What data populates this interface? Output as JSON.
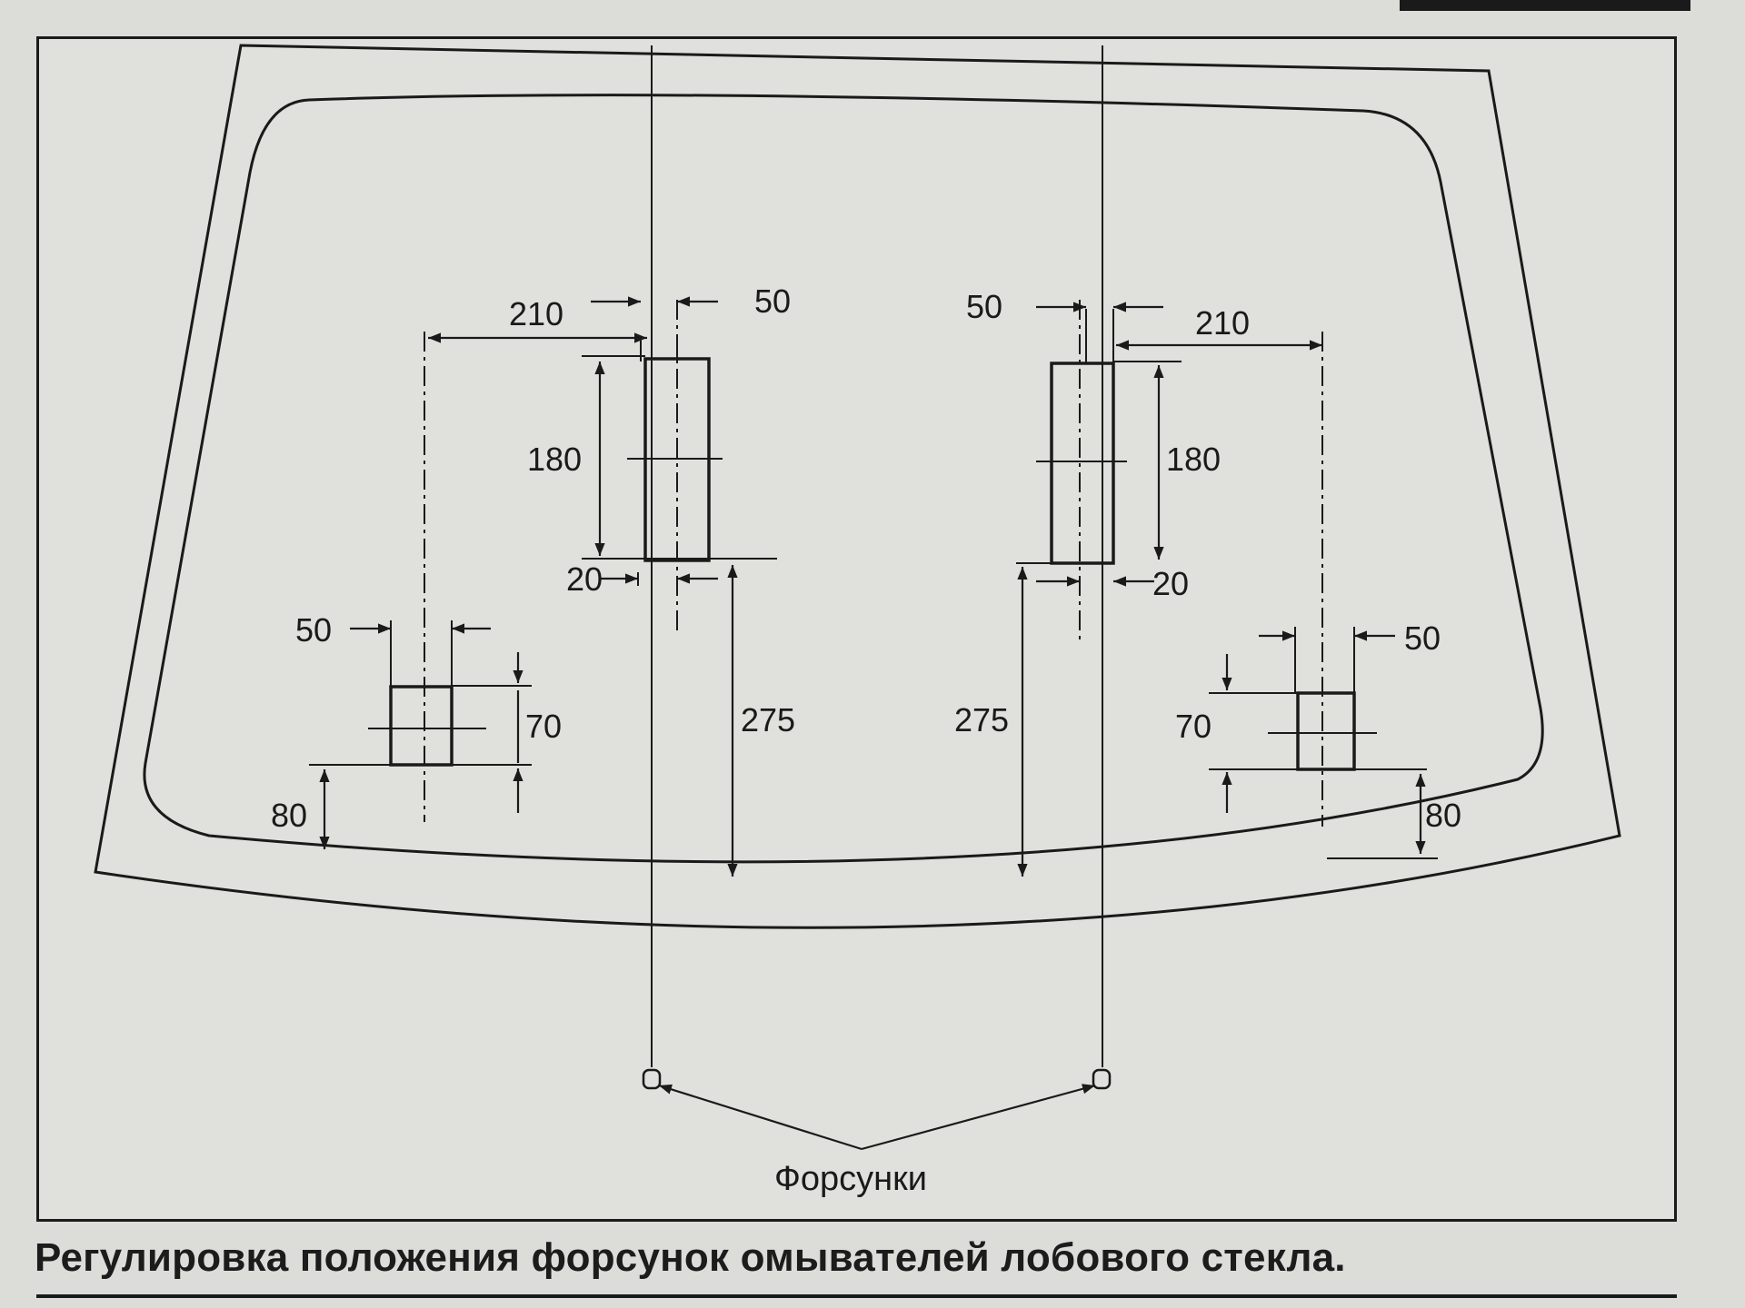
{
  "caption": "Регулировка положения форсунок омывателей лобового стекла.",
  "callout_label": "Форсунки",
  "dimensions": {
    "left": {
      "d210": "210",
      "d50_top": "50",
      "d180": "180",
      "d20": "20",
      "d50_bottom": "50",
      "d70": "70",
      "d80": "80",
      "d275": "275"
    },
    "right": {
      "d50_top": "50",
      "d210": "210",
      "d180": "180",
      "d20": "20",
      "d275": "275",
      "d50_bottom": "50",
      "d70": "70",
      "d80": "80"
    }
  }
}
